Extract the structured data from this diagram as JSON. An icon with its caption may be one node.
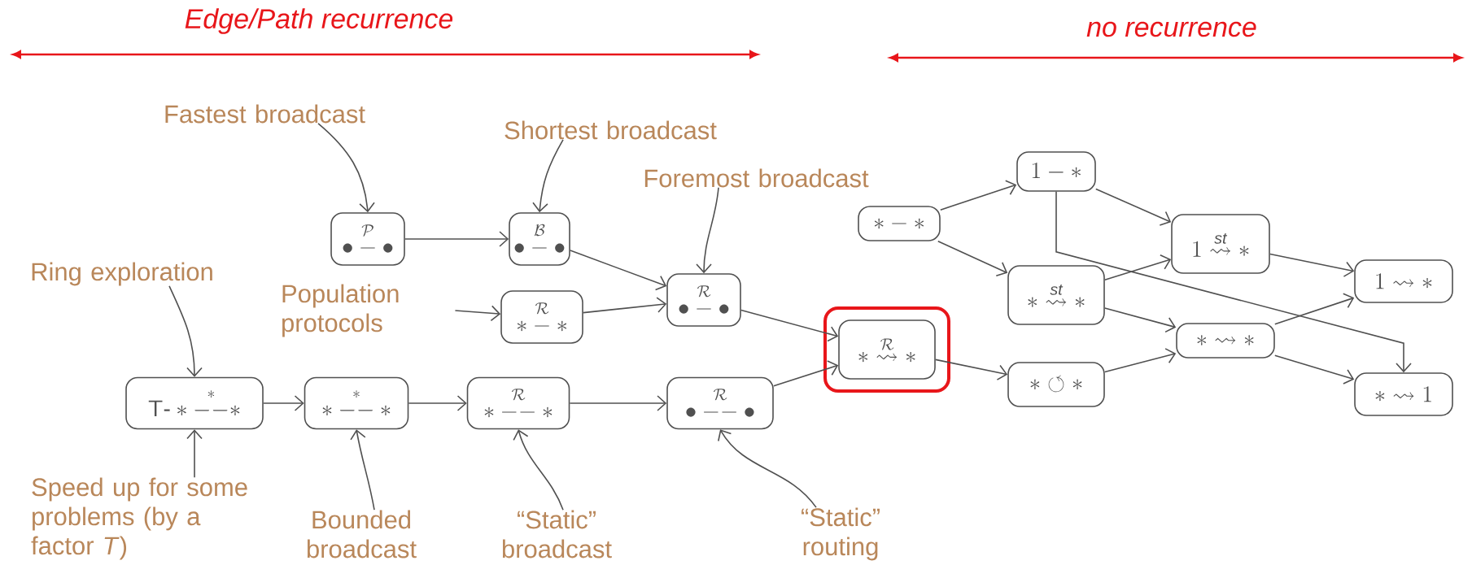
{
  "diagram": {
    "nodes": [
      {
        "text": [
          "Fastest broadcast"
        ]
      },
      {
        "text": [
          "Shortest broadcast"
        ]
      },
      {
        "text": [
          "Foremost broadcast"
        ]
      },
      {
        "text": [
          "Ring exploration"
        ]
      },
      {
        "text": [
          "Population protocols"
        ]
      },
      {
        "text": [
          "\\bullet\\overset{\\mathcal{P}}{-}\\bullet"
        ]
      },
      {
        "text": [
          "\\bullet\\overset{\\mathcal{B}}{-}\\bullet"
        ]
      },
      {
        "text": [
          "\\ast-\\ast"
        ]
      },
      {
        "text": [
          "1-\\ast"
        ]
      },
      {
        "text": [
          "\\bullet\\overset{\\mathcal{R}}{-}\\bullet"
        ]
      },
      {
        "text": [
          "\\ast\\overset{\\mathcal{R}}{-}\\ast"
        ]
      },
      {
        "text": [
          "\\ast\\overset{\\mathit{st}}{\\rightsquigarrow}\\ast"
        ]
      },
      {
        "text": [
          "1\\overset{\\mathit{st}}{\\rightsquigarrow}\\ast"
        ]
      },
      {
        "text": [
          "\\ast\\overset{\\mathcal{R}}{\\rightsquigarrow}\\ast"
        ]
      },
      {
        "text": [
          "\\mathsf{T}\\text{-}\\ast\\overset{\\ast}{-{}-}\\ast"
        ]
      },
      {
        "text": [
          "\\ast\\overset{\\ast}{-{}-}\\ast"
        ]
      },
      {
        "text": [
          "\\ast\\overset{\\mathcal{R}}{-{}-}\\ast"
        ]
      },
      {
        "text": [
          "\\bullet\\overset{\\mathcal{R}}{-{}-}\\bullet"
        ]
      },
      {
        "text": [
          "\\ast\\rightsquigarrow\\ast"
        ]
      },
      {
        "text": [
          "1\\rightsquigarrow\\ast"
        ]
      },
      {
        "text": [
          "\\ast\\circlearrowleft\\ast"
        ]
      },
      {
        "text": [
          "\\ast\\rightsquigarrow 1"
        ]
      },
      {
        "text": [
          "Speed up for some problems (by a factor *T*)"
        ]
      },
      {
        "text": [
          "Bounded broadcast"
        ]
      },
      {
        "text": [
          "“Static” broadcast"
        ]
      },
      {
        "text": [
          "“Static” routing"
        ]
      }
    ],
    "edges": [
      {
        "from": 0,
        "to": 5,
        "arrow": "to"
      },
      {
        "from": 1,
        "to": 6,
        "arrow": "to"
      },
      {
        "from": 2,
        "to": 9,
        "arrow": "to"
      },
      {
        "from": 3,
        "to": 14,
        "arrow": "to"
      },
      {
        "from": 4,
        "to": 10,
        "arrow": "to"
      },
      {
        "from": 22,
        "to": 14,
        "arrow": "to"
      },
      {
        "from": 23,
        "to": 15,
        "arrow": "to"
      },
      {
        "from": 24,
        "to": 16,
        "arrow": "to"
      },
      {
        "from": 25,
        "to": 17,
        "arrow": "to"
      },
      {
        "from": 5,
        "to": 6,
        "arrow": "to"
      },
      {
        "from": 6,
        "to": 9,
        "arrow": "to"
      },
      {
        "from": 10,
        "to": 9,
        "arrow": "to"
      },
      {
        "from": 14,
        "to": 15,
        "arrow": "to"
      },
      {
        "from": 15,
        "to": 16,
        "arrow": "to"
      },
      {
        "from": 16,
        "to": 17,
        "arrow": "to"
      },
      {
        "from": 9,
        "to": 13,
        "arrow": "to"
      },
      {
        "from": 17,
        "to": 13,
        "arrow": "to"
      },
      {
        "from": 13,
        "to": 20,
        "arrow": "to"
      },
      {
        "from": 7,
        "to": 8,
        "arrow": "to"
      },
      {
        "from": 7,
        "to": 11,
        "arrow": "to"
      },
      {
        "from": 8,
        "to": 12,
        "arrow": "to"
      },
      {
        "from": 8,
        "to": 21,
        "arrow": "to"
      },
      {
        "from": 11,
        "to": 12,
        "arrow": "to"
      },
      {
        "from": 11,
        "to": 18,
        "arrow": "to"
      },
      {
        "from": 12,
        "to": 19,
        "arrow": "to"
      },
      {
        "from": 18,
        "to": 19,
        "arrow": "to"
      },
      {
        "from": 18,
        "to": 21,
        "arrow": "to"
      },
      {
        "from": 20,
        "to": 18,
        "arrow": "to"
      }
    ],
    "labels": [
      "Edge/Path recurrence",
      "no recurrence"
    ]
  }
}
